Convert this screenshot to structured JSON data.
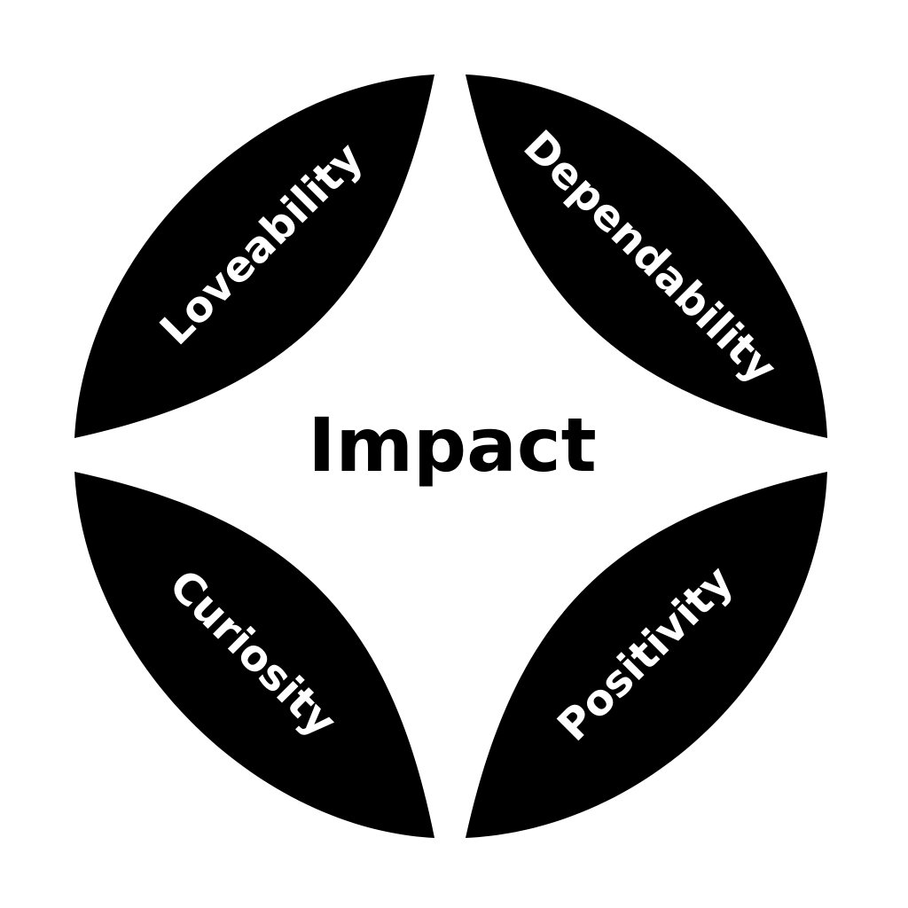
{
  "diagram": {
    "center_label": "Impact",
    "petals": [
      {
        "id": "top-left",
        "label": "Loveability"
      },
      {
        "id": "top-right",
        "label": "Dependability"
      },
      {
        "id": "bottom-left",
        "label": "Curiosity"
      },
      {
        "id": "bottom-right",
        "label": "Positivity"
      }
    ]
  },
  "colors": {
    "background": "#ffffff",
    "petal_fill": "#000000",
    "petal_text": "#ffffff",
    "center_text": "#000000"
  }
}
